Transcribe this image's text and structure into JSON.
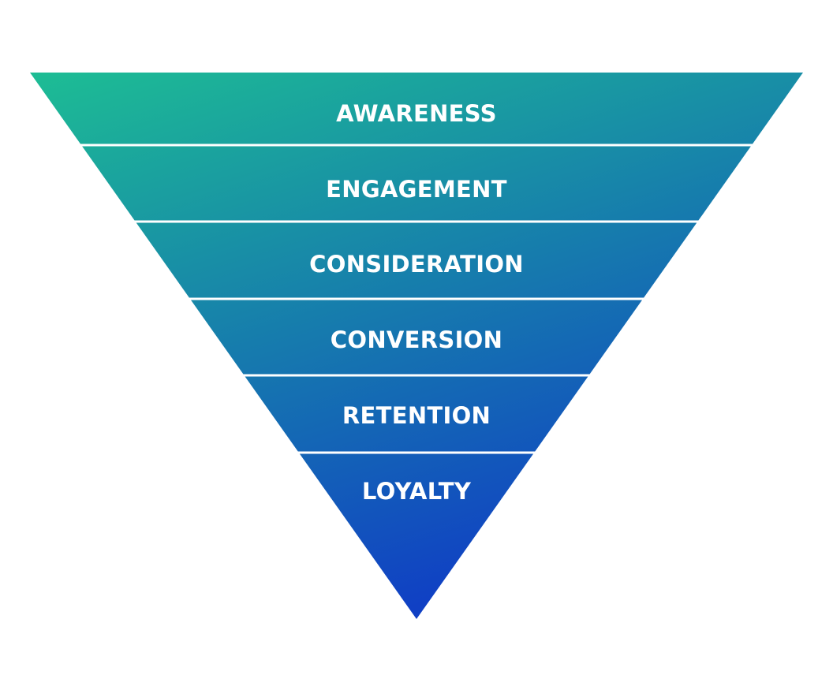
{
  "funnel": {
    "stages": [
      {
        "label": "AWARENESS"
      },
      {
        "label": "ENGAGEMENT"
      },
      {
        "label": "CONSIDERATION"
      },
      {
        "label": "CONVERSION"
      },
      {
        "label": "RETENTION"
      },
      {
        "label": "LOYALTY"
      }
    ],
    "colors": {
      "gradient_start": "#1dbd94",
      "gradient_end": "#1040c4",
      "text": "#ffffff",
      "divider": "#ffffff",
      "background": "#ffffff"
    }
  }
}
